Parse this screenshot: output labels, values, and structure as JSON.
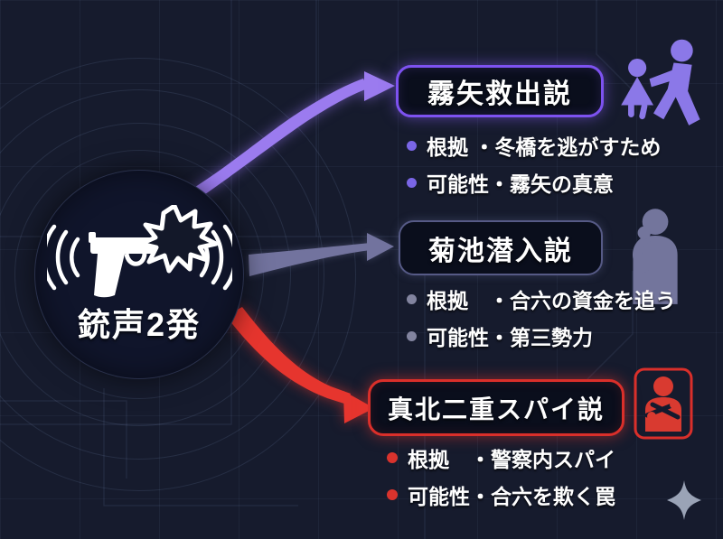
{
  "palette": {
    "background": "#161b2d",
    "node_fill": "#10152b",
    "box_fill": "#0a0e1c",
    "text": "#ffffff",
    "sparkle": "#9aa3b6"
  },
  "center": {
    "label": "銃声2発",
    "icon": "gun-with-muzzle-flash-icon"
  },
  "theories": [
    {
      "title": "霧矢救出説",
      "icon": "rescue-people-icon",
      "colors": {
        "border": "#7d52f0",
        "arrow": "#9b7bef",
        "dot": "#7a66e6",
        "icon": "#8b78e8"
      },
      "bullets": [
        "根拠 ・冬橋を逃がすため",
        "可能性・霧矢の真意"
      ]
    },
    {
      "title": "菊池潜入説",
      "icon": "thinking-person-icon",
      "colors": {
        "border": "#565a86",
        "arrow": "#72739e",
        "dot": "#82849f",
        "icon": "#73759c"
      },
      "bullets": [
        "根拠　・合六の資金を追う",
        "可能性・第三勢力"
      ]
    },
    {
      "title": "真北二重スパイ説",
      "icon": "spy-person-icon",
      "colors": {
        "border": "#da2f2a",
        "arrow": "#e6352e",
        "dot": "#d9332d",
        "icon": "#d93a30"
      },
      "bullets": [
        "根拠　・警察内スパイ",
        "可能性・合六を欺く罠"
      ]
    }
  ],
  "decor": {
    "sparkle_glyph": "✦"
  }
}
